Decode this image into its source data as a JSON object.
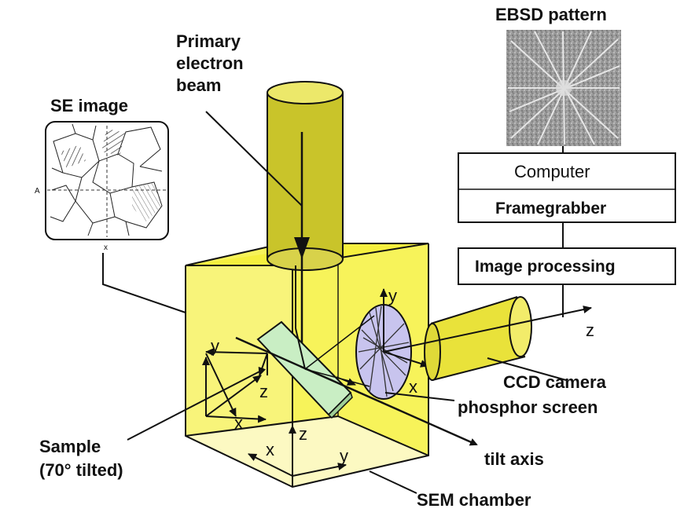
{
  "labels": {
    "ebsd_pattern": "EBSD pattern",
    "primary_beam": [
      "Primary",
      "electron",
      "beam"
    ],
    "se_image": "SE image",
    "computer": "Computer",
    "framegrabber": "Framegrabber",
    "image_processing": "Image processing",
    "ccd_camera": "CCD camera",
    "phosphor_screen": "phosphor screen",
    "sample": [
      "Sample",
      "(70° tilted)"
    ],
    "tilt_axis": "tilt axis",
    "sem_chamber": "SEM chamber"
  },
  "axes": {
    "detector_y": "y",
    "detector_x": "x",
    "detector_z": "z",
    "sample_y": "y",
    "sample_z": "z",
    "sample_x": "x",
    "floor_z": "z",
    "floor_x": "x",
    "floor_y": "y"
  },
  "se_image_axes": {
    "left": "A",
    "bottom": "x"
  },
  "colors": {
    "chamber_yellow": "#f7f35a",
    "chamber_light": "#fbf8a8",
    "beam_olive": "#c9c42a",
    "sample_green": "#c9eec4",
    "screen_violet": "#c8c4ee"
  }
}
